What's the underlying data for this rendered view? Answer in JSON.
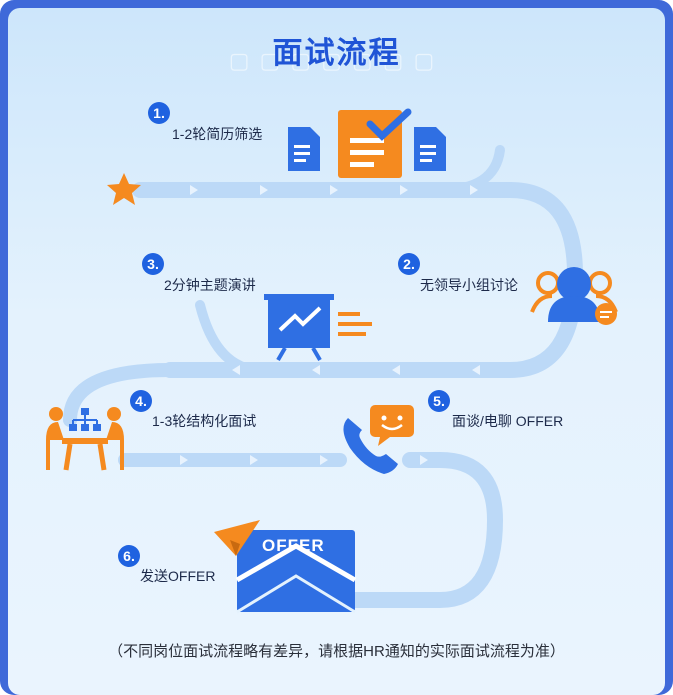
{
  "title": "面试流程",
  "steps": [
    {
      "num": "1.",
      "label": "1-2轮简历筛选"
    },
    {
      "num": "2.",
      "label": "无领导小组讨论"
    },
    {
      "num": "3.",
      "label": "2分钟主题演讲"
    },
    {
      "num": "4.",
      "label": "1-3轮结构化面试"
    },
    {
      "num": "5.",
      "label": "面谈/电聊 OFFER"
    },
    {
      "num": "6.",
      "label": "发送OFFER"
    }
  ],
  "envelope_text": "OFFER",
  "footer": "（不同岗位面试流程略有差异，请根据HR通知的实际面试流程为准）",
  "colors": {
    "primary_blue": "#1f62e0",
    "accent_orange": "#f58a1f",
    "road": "#bcd9f7"
  }
}
